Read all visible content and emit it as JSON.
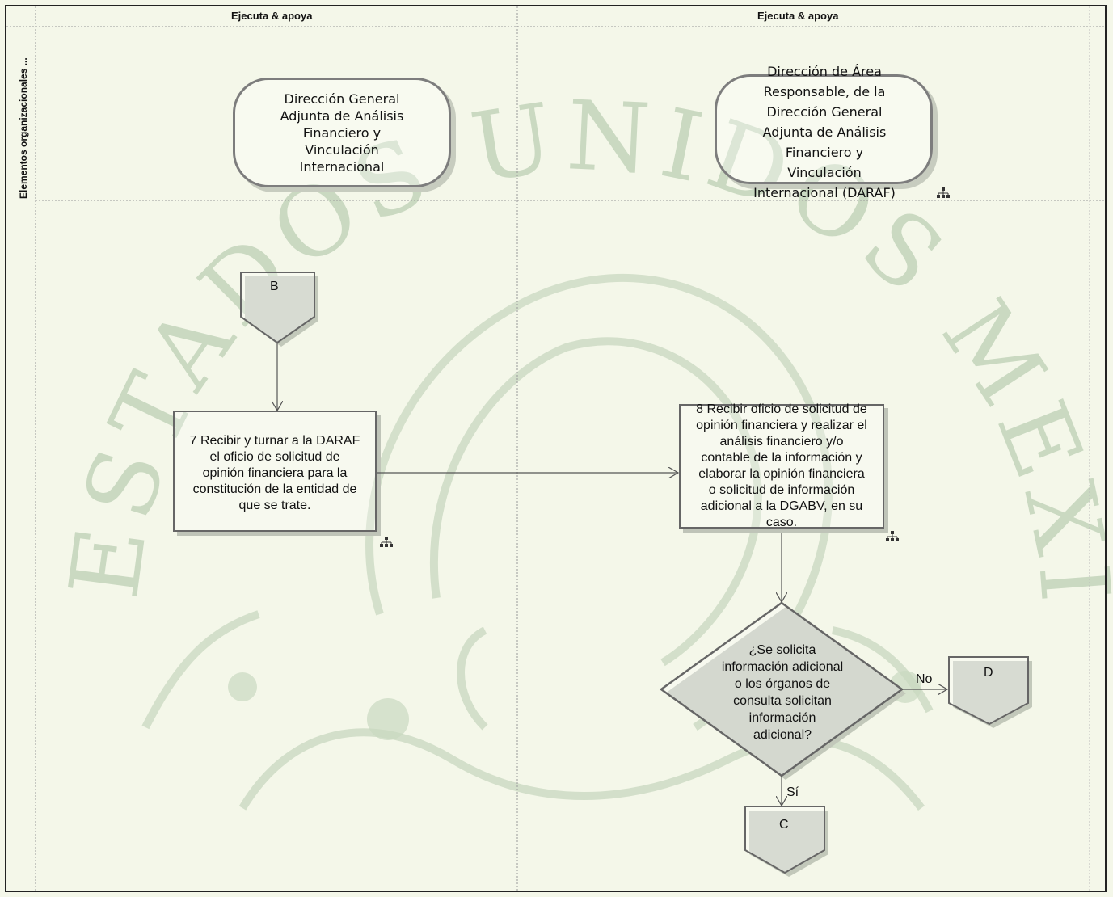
{
  "lanes": [
    {
      "title": "Ejecuta & apoya"
    },
    {
      "title": "Ejecuta & apoya"
    }
  ],
  "row_label": "Elementos organizacionales ...",
  "org_units": [
    {
      "text_lines": [
        "Dirección General",
        "Adjunta de Análisis",
        "Financiero y",
        "Vinculación",
        "Internacional"
      ]
    },
    {
      "text_lines": [
        "Dirección de Área",
        "Responsable, de la",
        "Dirección General",
        "Adjunta de Análisis",
        "Financiero y",
        "Vinculación",
        "Internacional (DARAF)"
      ]
    }
  ],
  "connectors": [
    {
      "letter": "B"
    },
    {
      "letter": "D"
    },
    {
      "letter": "C"
    }
  ],
  "activities": [
    {
      "text_lines": [
        "7 Recibir y turnar a la DARAF",
        "el oficio de solicitud de",
        "opinión financiera para la",
        "constitución de la entidad de",
        "que se trate."
      ]
    },
    {
      "text_lines": [
        "8 Recibir oficio de solicitud de",
        "opinión financiera y realizar el",
        "análisis financiero y/o",
        "contable de la información y",
        "elaborar la opinión financiera",
        "o solicitud de información",
        "adicional a la DGABV, en su",
        "caso."
      ]
    }
  ],
  "decision": {
    "text_lines": [
      "¿Se solicita",
      "información adicional",
      "o los órganos de",
      "consulta solicitan",
      "información",
      "adicional?"
    ],
    "no_label": "No",
    "yes_label": "Sí"
  },
  "watermark": {
    "text": "ESTADOS UNIDOS MEXICANOS",
    "color": "#b8cbb0"
  },
  "colors": {
    "background": "#f4f7e9",
    "shape_border": "#7d7d7d",
    "line": "#555555"
  }
}
